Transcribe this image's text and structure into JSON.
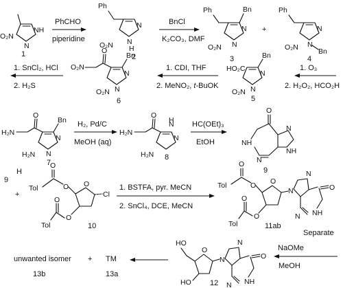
{
  "compounds": {
    "c1": "1",
    "c2": "2",
    "c3": "3",
    "c4": "4",
    "c5": "5",
    "c6": "6",
    "c7": "7",
    "c7h": "H",
    "c8": "8",
    "c9": "9",
    "c10": "10",
    "c11": "11ab",
    "c12": "12",
    "c13b": "13b",
    "c13a": "13a"
  },
  "atoms": {
    "ph": "Ph",
    "bn": "Bn",
    "n": "N",
    "nh": "NH",
    "h": "H",
    "o2n": "O₂N",
    "no2": "NO₂",
    "o": "O",
    "ho2c": "HO₂C",
    "h2n": "H₂N",
    "tol": "Tol",
    "cl": "Cl",
    "ho": "HO",
    "plus": "+"
  },
  "reagents": {
    "r1_top": "PhCHO",
    "r1_bot": "piperidine",
    "r2_top": "BnCl",
    "r2_bot": "K₂CO₃, DMF",
    "r3_top": "1. O₃",
    "r3_bot": "2. H₂O₂, HCO₂H",
    "r4_top": "1. CDI, THF",
    "r4_bot_a": "2. MeNO₂, ",
    "r4_bot_b": "t",
    "r4_bot_c": "-BuOK",
    "r5_top": "1. SnCl₂, HCl",
    "r5_bot": "2. H₂S",
    "r6_top": "H₂, Pd/C",
    "r6_bot": "MeOH (aq)",
    "r7_top": "HC(OEt)₃",
    "r7_bot": "EtOH",
    "r8_top": "1. BSTFA, pyr. MeCN",
    "r8_bot": "2. SnCl₄, DCE, MeCN",
    "r9_top": "NaOMe",
    "r9_bot": "MeOH"
  },
  "labels": {
    "nine_ref": "9",
    "separate": "Separate",
    "unwanted": "unwanted isomer",
    "tm": "TM"
  }
}
